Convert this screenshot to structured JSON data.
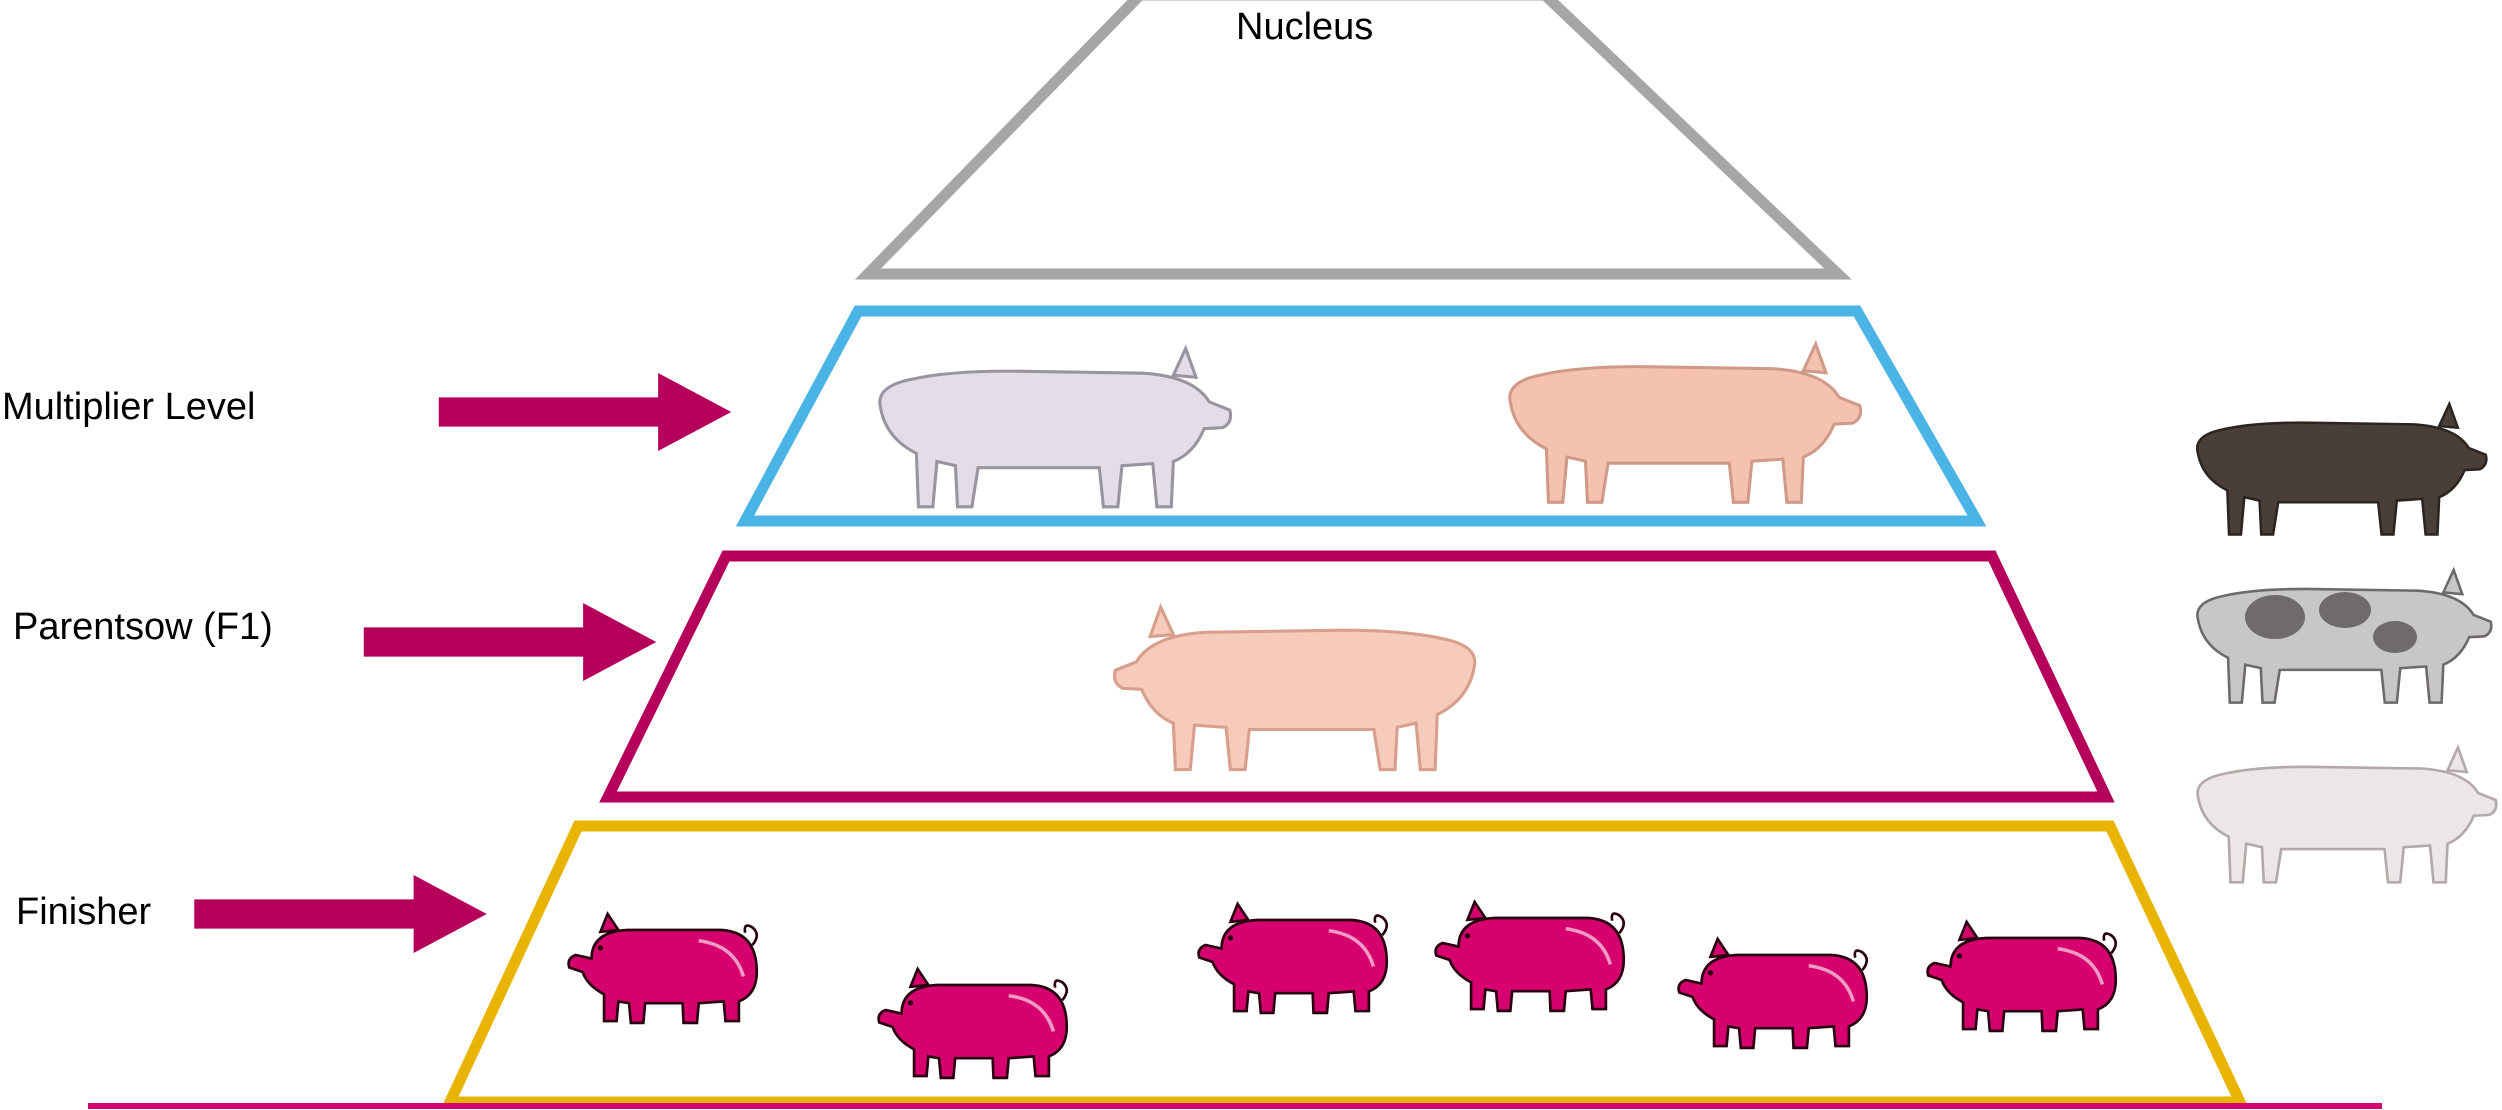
{
  "diagram": {
    "tiers": [
      {
        "id": "nucleus",
        "title": "Nucleus",
        "outline_color": "#a6a6a6"
      },
      {
        "id": "multiplier",
        "label": "Multiplier Level",
        "outline_color": "#4ab4e6"
      },
      {
        "id": "parentsow",
        "label": "Parentsow (F1)",
        "outline_color": "#b5005b"
      },
      {
        "id": "finisher",
        "label": "Finisher",
        "outline_color": "#e8b400"
      }
    ],
    "arrow_color": "#b5005b",
    "base_line_color": "#d6006e",
    "pig_icon_color": "#d6006e",
    "finisher_pig_count": 6,
    "side_pig_colors": [
      "#4a3f38",
      "#b9b9b9",
      "#e4dede"
    ]
  }
}
